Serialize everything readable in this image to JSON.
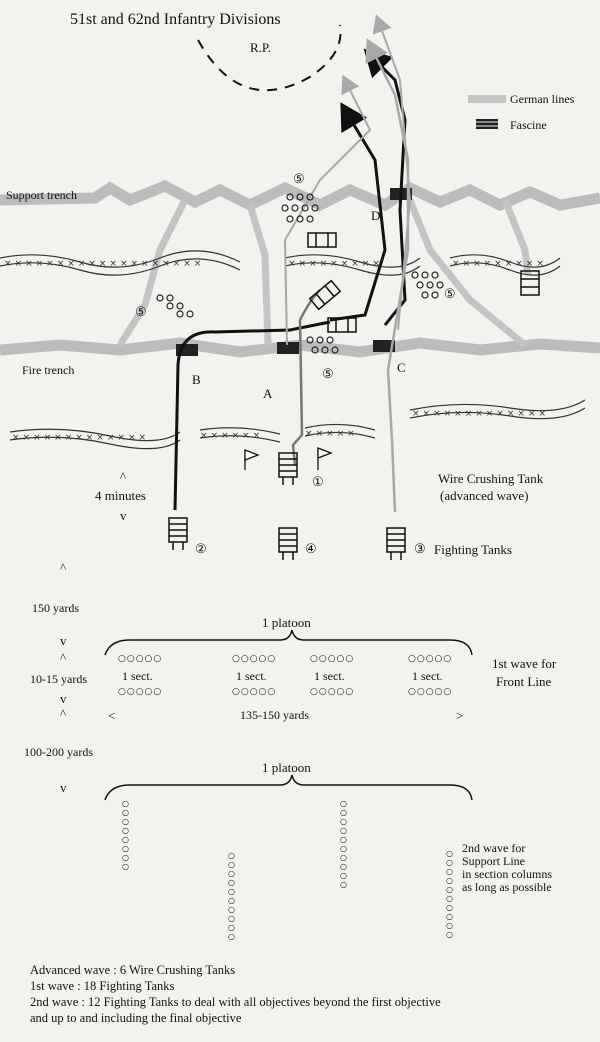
{
  "title": "51st and 62nd Infantry Divisions",
  "rp_label": "R.P.",
  "legend": {
    "german_lines": "German lines",
    "fascine": "Fascine"
  },
  "trench_labels": {
    "support": "Support trench",
    "fire": "Fire trench"
  },
  "point_labels": {
    "a": "A",
    "b": "B",
    "c": "C",
    "d": "D"
  },
  "tank_numbers": {
    "t1": "①",
    "t2": "②",
    "t3": "③",
    "t4": "④",
    "s5": "⑤"
  },
  "time_label": "4 minutes",
  "wire_tank_label": [
    "Wire Crushing Tank",
    "(advanced wave)"
  ],
  "fighting_tanks_label": "Fighting Tanks",
  "distances": {
    "d150": "150 yards",
    "d10_15": "10-15 yards",
    "d135_150": "135-150 yards",
    "d100_200": "100-200 yards"
  },
  "platoon_label": "1 platoon",
  "section_label": "1 sect.",
  "wave1_label": [
    "1st wave for",
    "Front Line"
  ],
  "wave2_label": [
    "2nd wave for",
    "Support Line",
    "in section columns",
    "as long as possible"
  ],
  "notes": [
    "Advanced wave : 6 Wire Crushing Tanks",
    "1st wave : 18 Fighting Tanks",
    "2nd wave : 12 Fighting Tanks to deal with all objectives beyond the first objective",
    "and up to and including the final objective"
  ],
  "colors": {
    "ink": "#111111",
    "trench": "#b5b5b5",
    "paper": "#f3f2ee",
    "light_path": "#a8a8a8"
  }
}
